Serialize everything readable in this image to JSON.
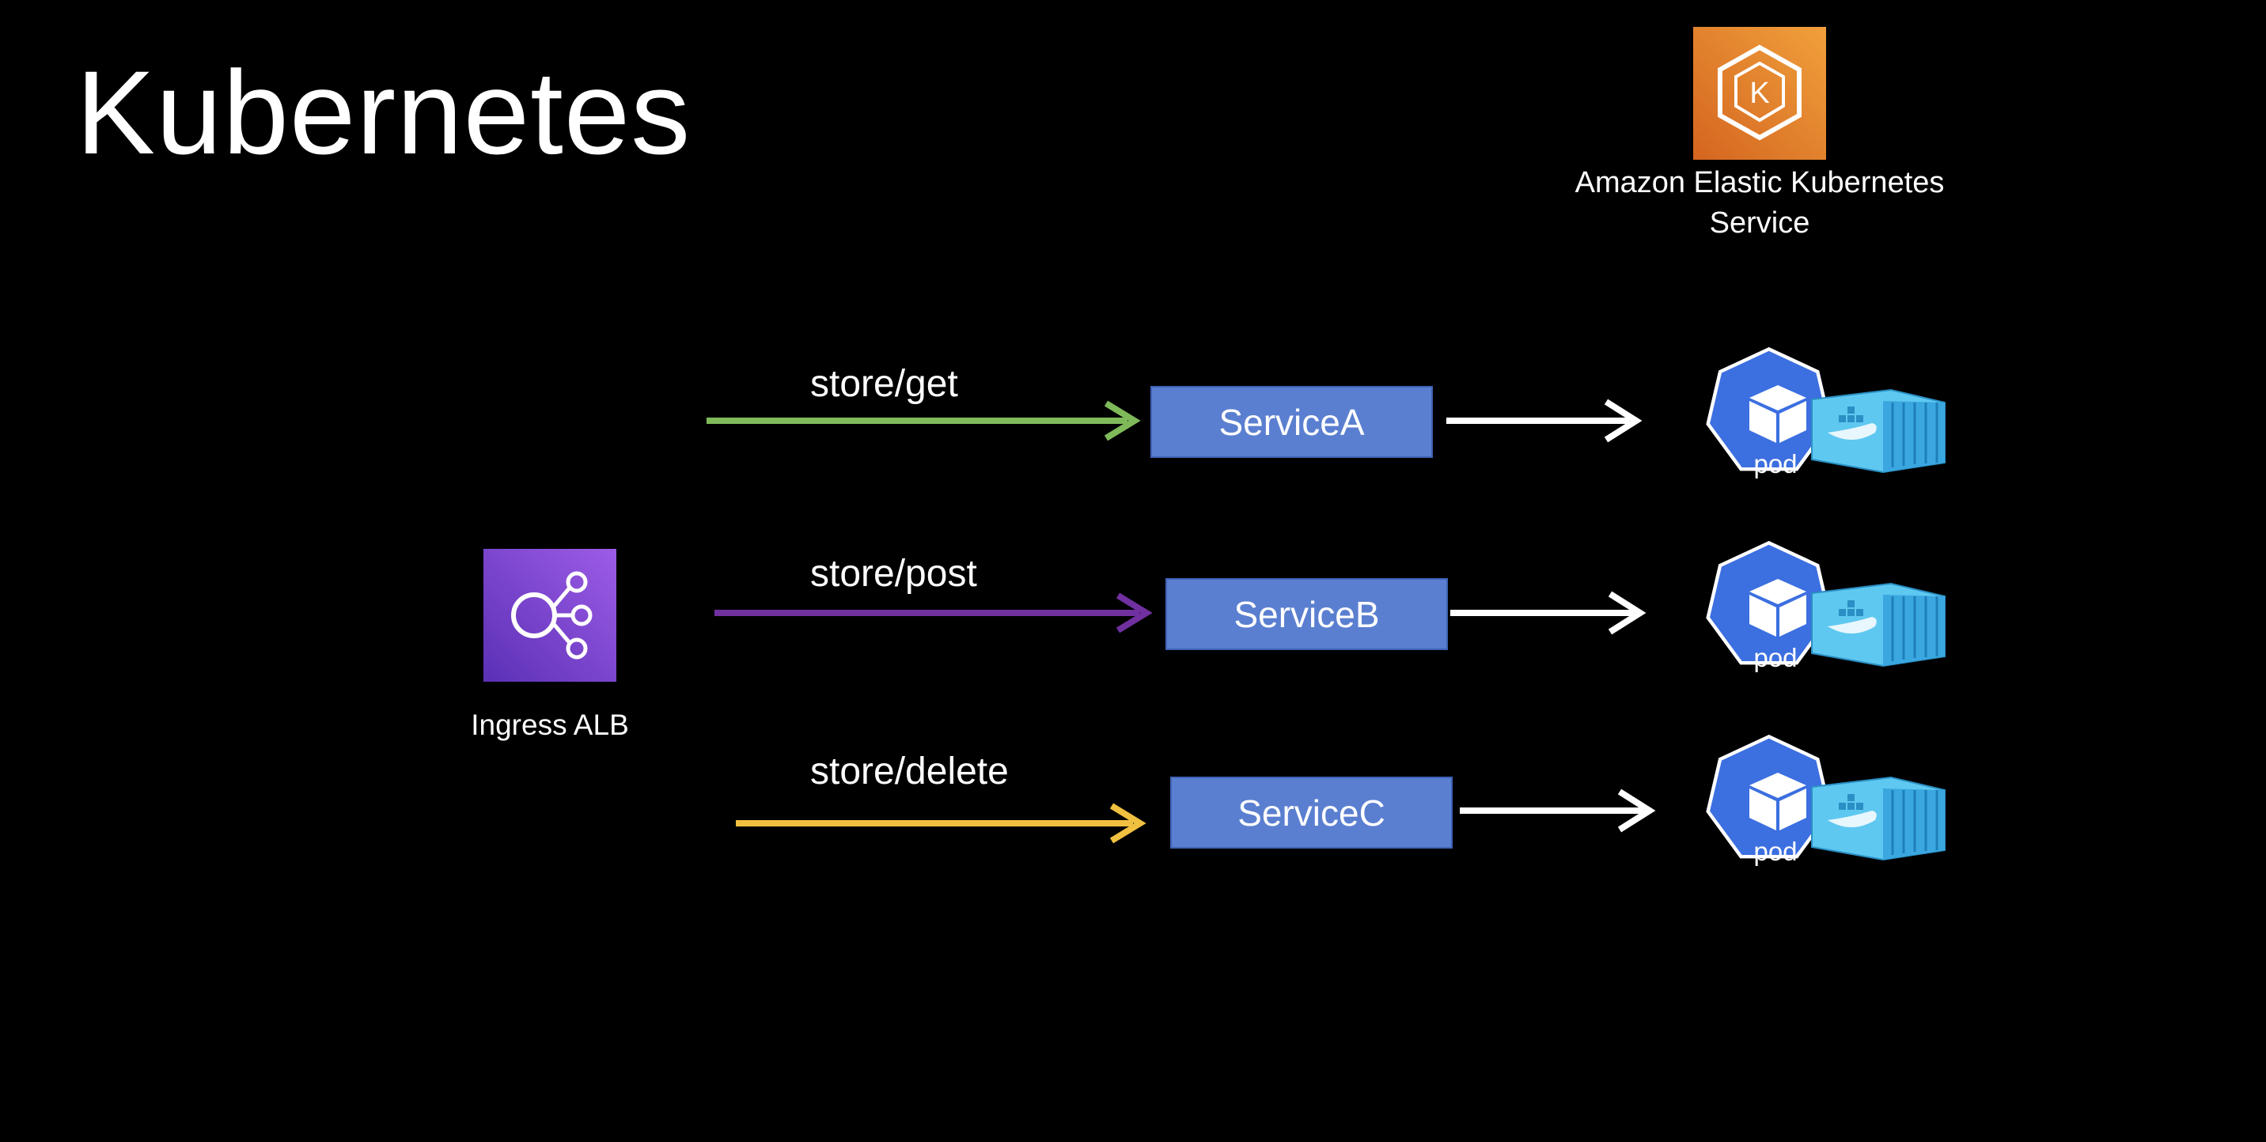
{
  "title": "Kubernetes",
  "eks": {
    "icon": "eks-icon",
    "label_line1": "Amazon Elastic Kubernetes",
    "label_line2": "Service",
    "color": "#e7872e"
  },
  "ingress": {
    "icon": "load-balancer-icon",
    "label": "Ingress ALB",
    "color": "#8c4fdb"
  },
  "routes": [
    {
      "path": "store/get",
      "service": "ServiceA",
      "color": "#7fba5a"
    },
    {
      "path": "store/post",
      "service": "ServiceB",
      "color": "#7030a0"
    },
    {
      "path": "store/delete",
      "service": "ServiceC",
      "color": "#f0c040"
    }
  ],
  "pod_label": "pod",
  "colors": {
    "service_box": "#5b7fd0",
    "pod_heptagon": "#3c6fe0",
    "container": "#5fc8f0"
  }
}
